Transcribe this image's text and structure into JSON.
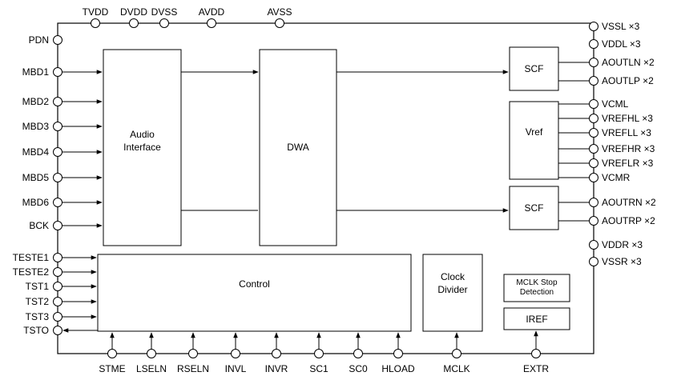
{
  "blocks": {
    "audio_interface": [
      "Audio",
      "Interface"
    ],
    "dwa": "DWA",
    "scf_top": "SCF",
    "vref": "Vref",
    "scf_bottom": "SCF",
    "control": "Control",
    "clock_divider": [
      "Clock",
      "Divider"
    ],
    "mclk_stop": [
      "MCLK Stop",
      "Detection"
    ],
    "iref": "IREF"
  },
  "pins": {
    "top": [
      "TVDD",
      "DVDD",
      "DVSS",
      "AVDD",
      "AVSS"
    ],
    "left": [
      "PDN",
      "MBD1",
      "MBD2",
      "MBD3",
      "MBD4",
      "MBD5",
      "MBD6",
      "BCK",
      "TESTE1",
      "TESTE2",
      "TST1",
      "TST2",
      "TST3",
      "TSTO"
    ],
    "bottom": [
      "STME",
      "LSELN",
      "RSELN",
      "INVL",
      "INVR",
      "SC1",
      "SC0",
      "HLOAD",
      "MCLK",
      "EXTR"
    ],
    "right": [
      "VSSL ×3",
      "VDDL ×3",
      "AOUTLN ×2",
      "AOUTLP ×2",
      "VCML",
      "VREFHL ×3",
      "VREFLL ×3",
      "VREFHR ×3",
      "VREFLR ×3",
      "VCMR",
      "AOUTRN ×2",
      "AOUTRP ×2",
      "VDDR ×3",
      "VSSR ×3"
    ]
  }
}
